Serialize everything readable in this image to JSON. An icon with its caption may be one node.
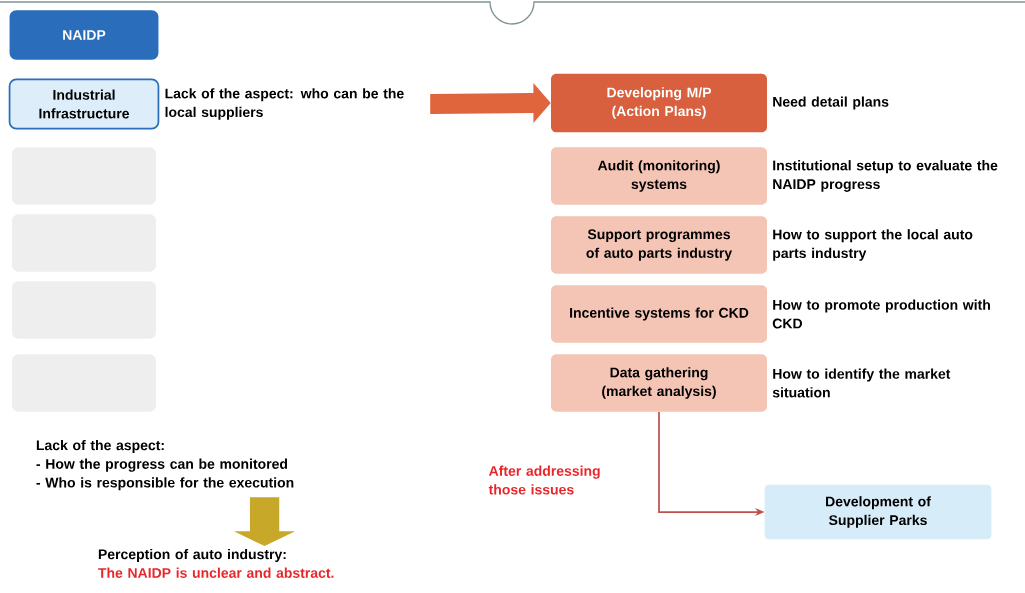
{
  "diagram": {
    "nodes": [
      {
        "text": [
          "NAIDP"
        ]
      },
      {
        "text": [
          "Industrial Infrastructure"
        ]
      },
      {
        "text": [
          "Lack of the aspect: who can be the local suppliers"
        ]
      },
      {
        "text": [],
        "shape": "box"
      },
      {
        "text": [],
        "shape": "box"
      },
      {
        "text": [],
        "shape": "box"
      },
      {
        "text": [],
        "shape": "box"
      },
      {
        "text": [
          "Developing M/P (Action Plans)"
        ],
        "beside": [
          "Need detail plans"
        ]
      },
      {
        "text": [
          "Audit (monitoring) systems"
        ],
        "beside": [
          "Institutional setup to evaluate the NAIDP progress"
        ]
      },
      {
        "text": [
          "Support programmes of auto parts industry"
        ],
        "beside": [
          "How to support the local auto parts industry"
        ]
      },
      {
        "text": [
          "Incentive systems for CKD"
        ],
        "beside": [
          "How to promote production with CKD"
        ]
      },
      {
        "text": [
          "Data gathering (market analysis)"
        ],
        "beside": [
          "How to identify the market situation"
        ]
      },
      {
        "text": [
          "Development of Supplier Parks"
        ]
      },
      {
        "text": [
          "Lack of the aspect:",
          "- How the progress can be monitored",
          "- Who is responsible for the execution"
        ]
      },
      {
        "text": [
          "Perception of auto industry:",
          "The NAIDP is unclear and abstract."
        ]
      }
    ],
    "edges": [
      {
        "from": 2,
        "to": 7,
        "arrow": "to",
        "style": "thick",
        "color": "#e0643c"
      },
      {
        "from": 13,
        "to": 14,
        "arrow": "to",
        "style": "thick",
        "color": "#c8a829"
      },
      {
        "from": 11,
        "to": 12,
        "arrow": "to",
        "label": "After addressing those issues",
        "color": "#c0504d"
      }
    ]
  }
}
